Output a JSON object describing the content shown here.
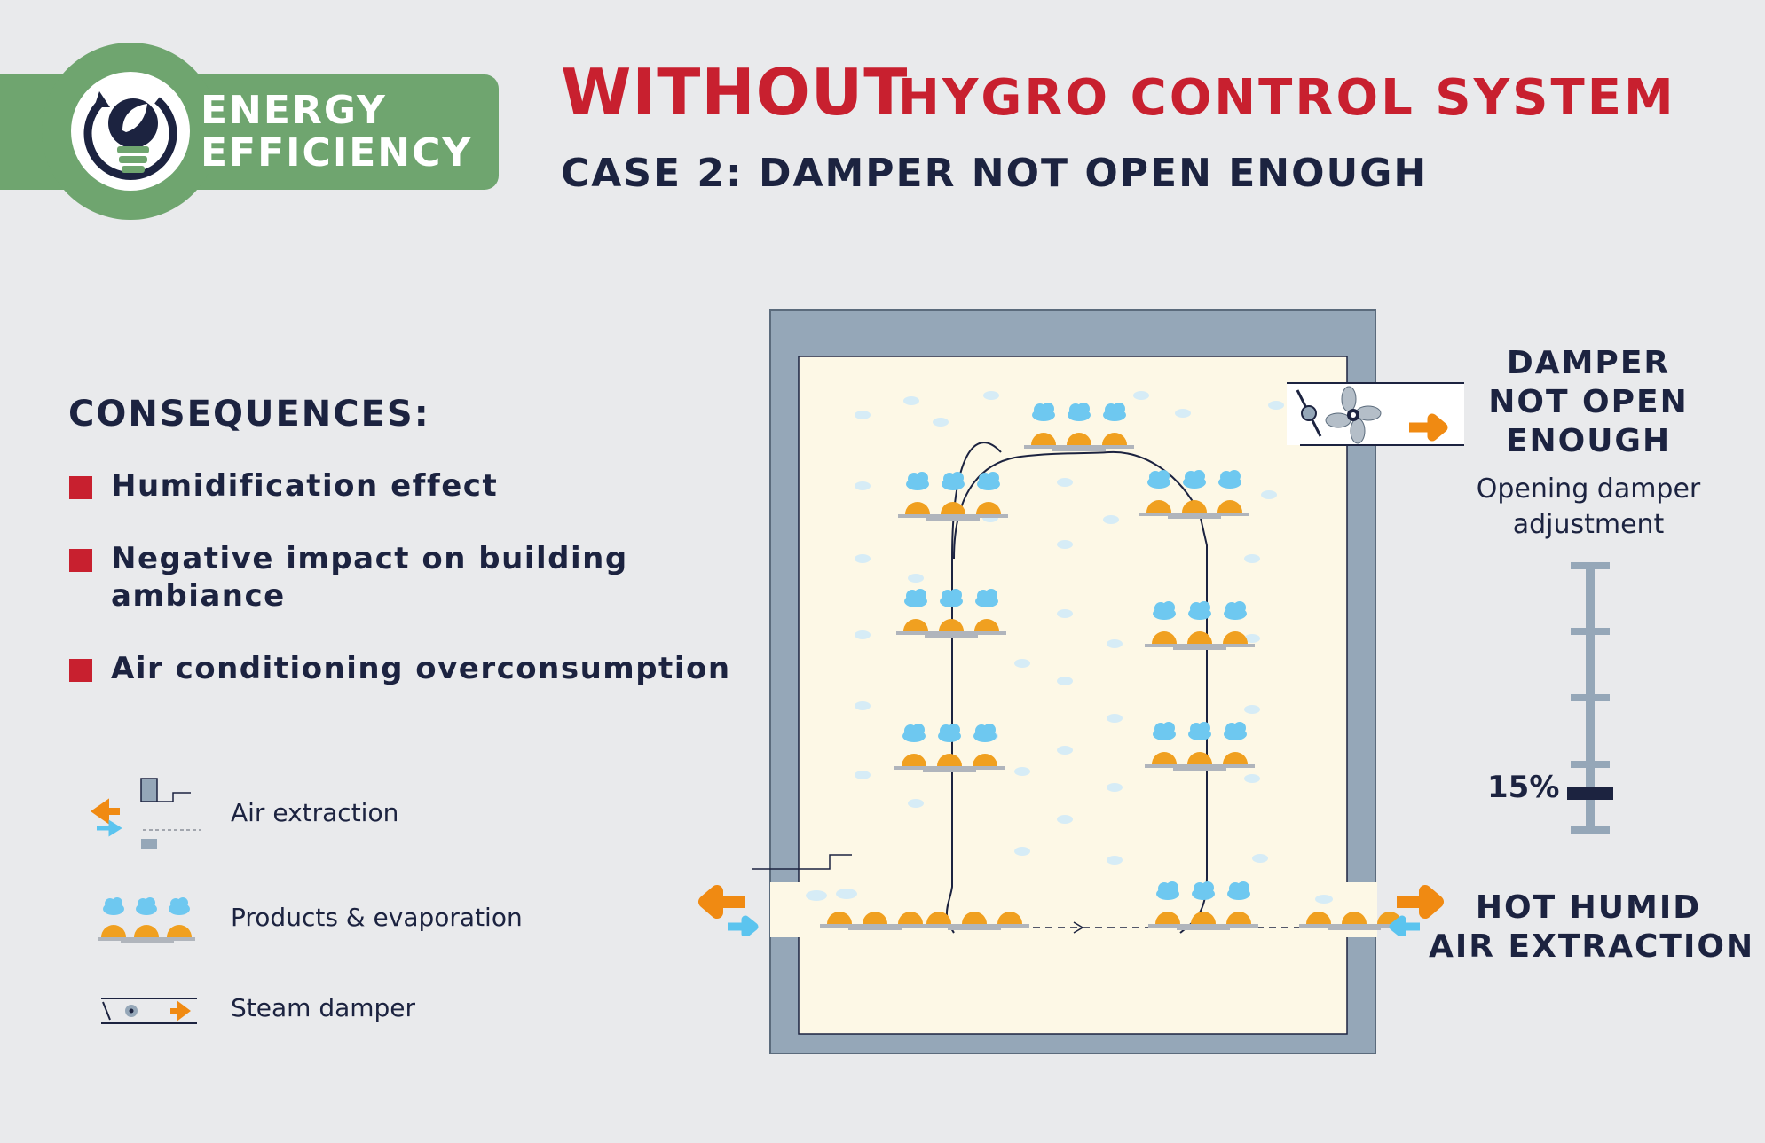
{
  "badge": {
    "line1": "ENERGY",
    "line2": "EFFICIENCY"
  },
  "title": {
    "emphasis": "WITHOUT",
    "rest": "HYGRO CONTROL SYSTEM"
  },
  "subtitle": "CASE 2: DAMPER NOT OPEN ENOUGH",
  "consequences": {
    "heading": "CONSEQUENCES:",
    "items": [
      {
        "text": "Humidification effect"
      },
      {
        "text": "Negative impact on building ambiance"
      },
      {
        "text": "Air conditioning overconsumption"
      }
    ]
  },
  "legend": {
    "air_extraction": "Air extraction",
    "products": "Products & evaporation",
    "steam_damper": "Steam damper"
  },
  "damper": {
    "title_lines": [
      "DAMPER",
      "NOT OPEN",
      "ENOUGH"
    ],
    "sub_lines": [
      "Opening damper",
      "adjustment"
    ],
    "gauge_value_label": "15%",
    "gauge_level": 0.15
  },
  "extraction": {
    "title_lines": [
      "HOT HUMID",
      "AIR EXTRACTION"
    ]
  },
  "colors": {
    "accent_red": "#c8202f",
    "badge_green": "#6fa56f",
    "navy": "#1c2340",
    "wall_gray": "#95a7b8",
    "room_cream": "#fdf8e6",
    "arrow_orange": "#f08a12",
    "arrow_blue": "#5bc4ef",
    "cloud_blue": "#6ec8f0",
    "product_orange": "#f0a020"
  }
}
